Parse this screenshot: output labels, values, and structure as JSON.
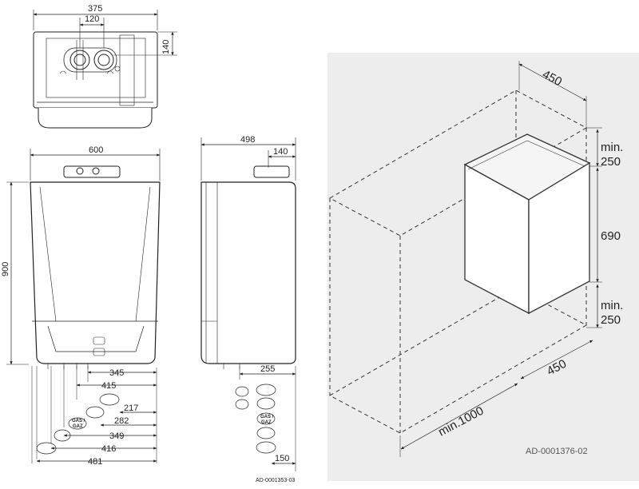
{
  "top_view": {
    "dims": {
      "width": "375",
      "spacing": "120",
      "depth": "140"
    }
  },
  "front_view": {
    "dims": {
      "width": "600",
      "height": "900"
    },
    "bottom_dims": [
      "345",
      "415",
      "217",
      "282",
      "349",
      "416",
      "481"
    ],
    "gas_label": [
      "GAS /",
      "GAZ"
    ]
  },
  "side_view": {
    "dims": {
      "depth": "498",
      "offset": "140"
    },
    "bottom_dims": [
      "255",
      "150"
    ],
    "gas_label": [
      "GAS /",
      "GAZ"
    ],
    "drawing_code": "AD-0001353-03"
  },
  "clearance_view": {
    "dims": {
      "top_width": "450",
      "min_label_top": "min.",
      "clear_top": "250",
      "height": "690",
      "min_label_bottom": "min.",
      "clear_bottom": "250",
      "bottom_depth": "450",
      "front_min": "min.1000"
    },
    "drawing_code": "AD-0001376-02"
  }
}
